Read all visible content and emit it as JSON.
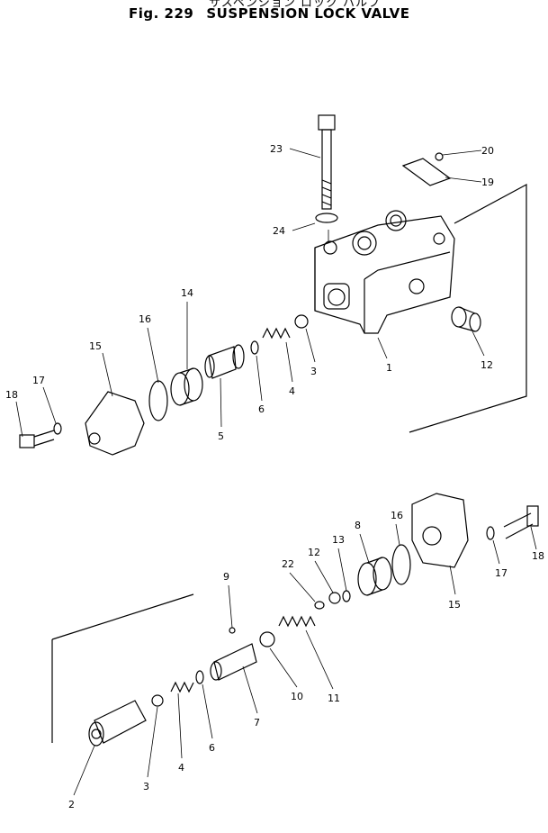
{
  "header": {
    "japanese_title": "サスペンション ロック バルブ",
    "figure_number": "Fig. 229",
    "title": "SUSPENSION LOCK VALVE"
  },
  "callouts_upper": [
    "23",
    "20",
    "19",
    "24",
    "14",
    "16",
    "15",
    "17",
    "18",
    "3",
    "4",
    "6",
    "5",
    "1",
    "12"
  ],
  "callouts_lower": [
    "16",
    "8",
    "13",
    "12",
    "22",
    "9",
    "18",
    "17",
    "15",
    "11",
    "10",
    "7",
    "6",
    "4",
    "3",
    "2"
  ]
}
